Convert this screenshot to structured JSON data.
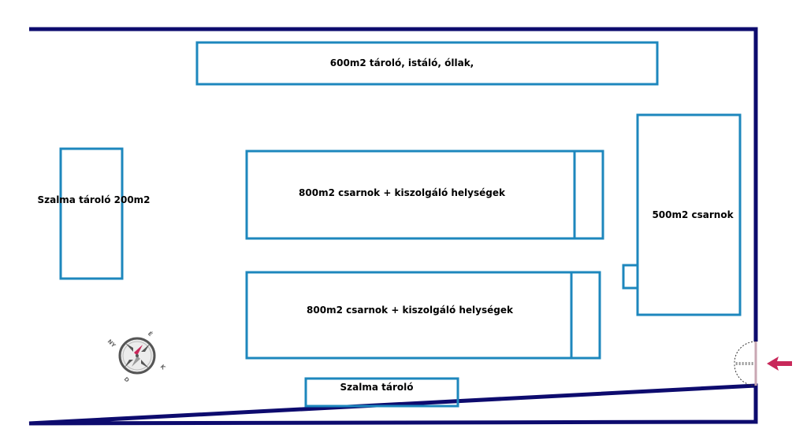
{
  "colors": {
    "boundary": "#0d0b6e",
    "building": "#1d87bd",
    "background": "#ffffff",
    "entrance_arrow": "#c8285a",
    "gate_post": "#c9a7b3",
    "compass_needle_north": "#c8285a",
    "compass_needle_south": "#9a9a9a"
  },
  "buildings": {
    "storage_600": {
      "label": "600m2 tároló, istáló, óllak,"
    },
    "straw_200": {
      "label": "Szalma tároló 200m2"
    },
    "hall_800_upper": {
      "label": "800m2 csarnok + kiszolgáló helységek"
    },
    "hall_800_lower": {
      "label": "800m2 csarnok + kiszolgáló helységek"
    },
    "hall_500": {
      "label": "500m2 csarnok"
    },
    "straw_storage": {
      "label": "Szalma tároló"
    }
  },
  "compass": {
    "icon": "compass-icon",
    "letters": {
      "north": "É",
      "east": "K",
      "south": "D",
      "west": "NY"
    }
  },
  "entrance": {
    "icon": "entrance-arrow-icon"
  }
}
